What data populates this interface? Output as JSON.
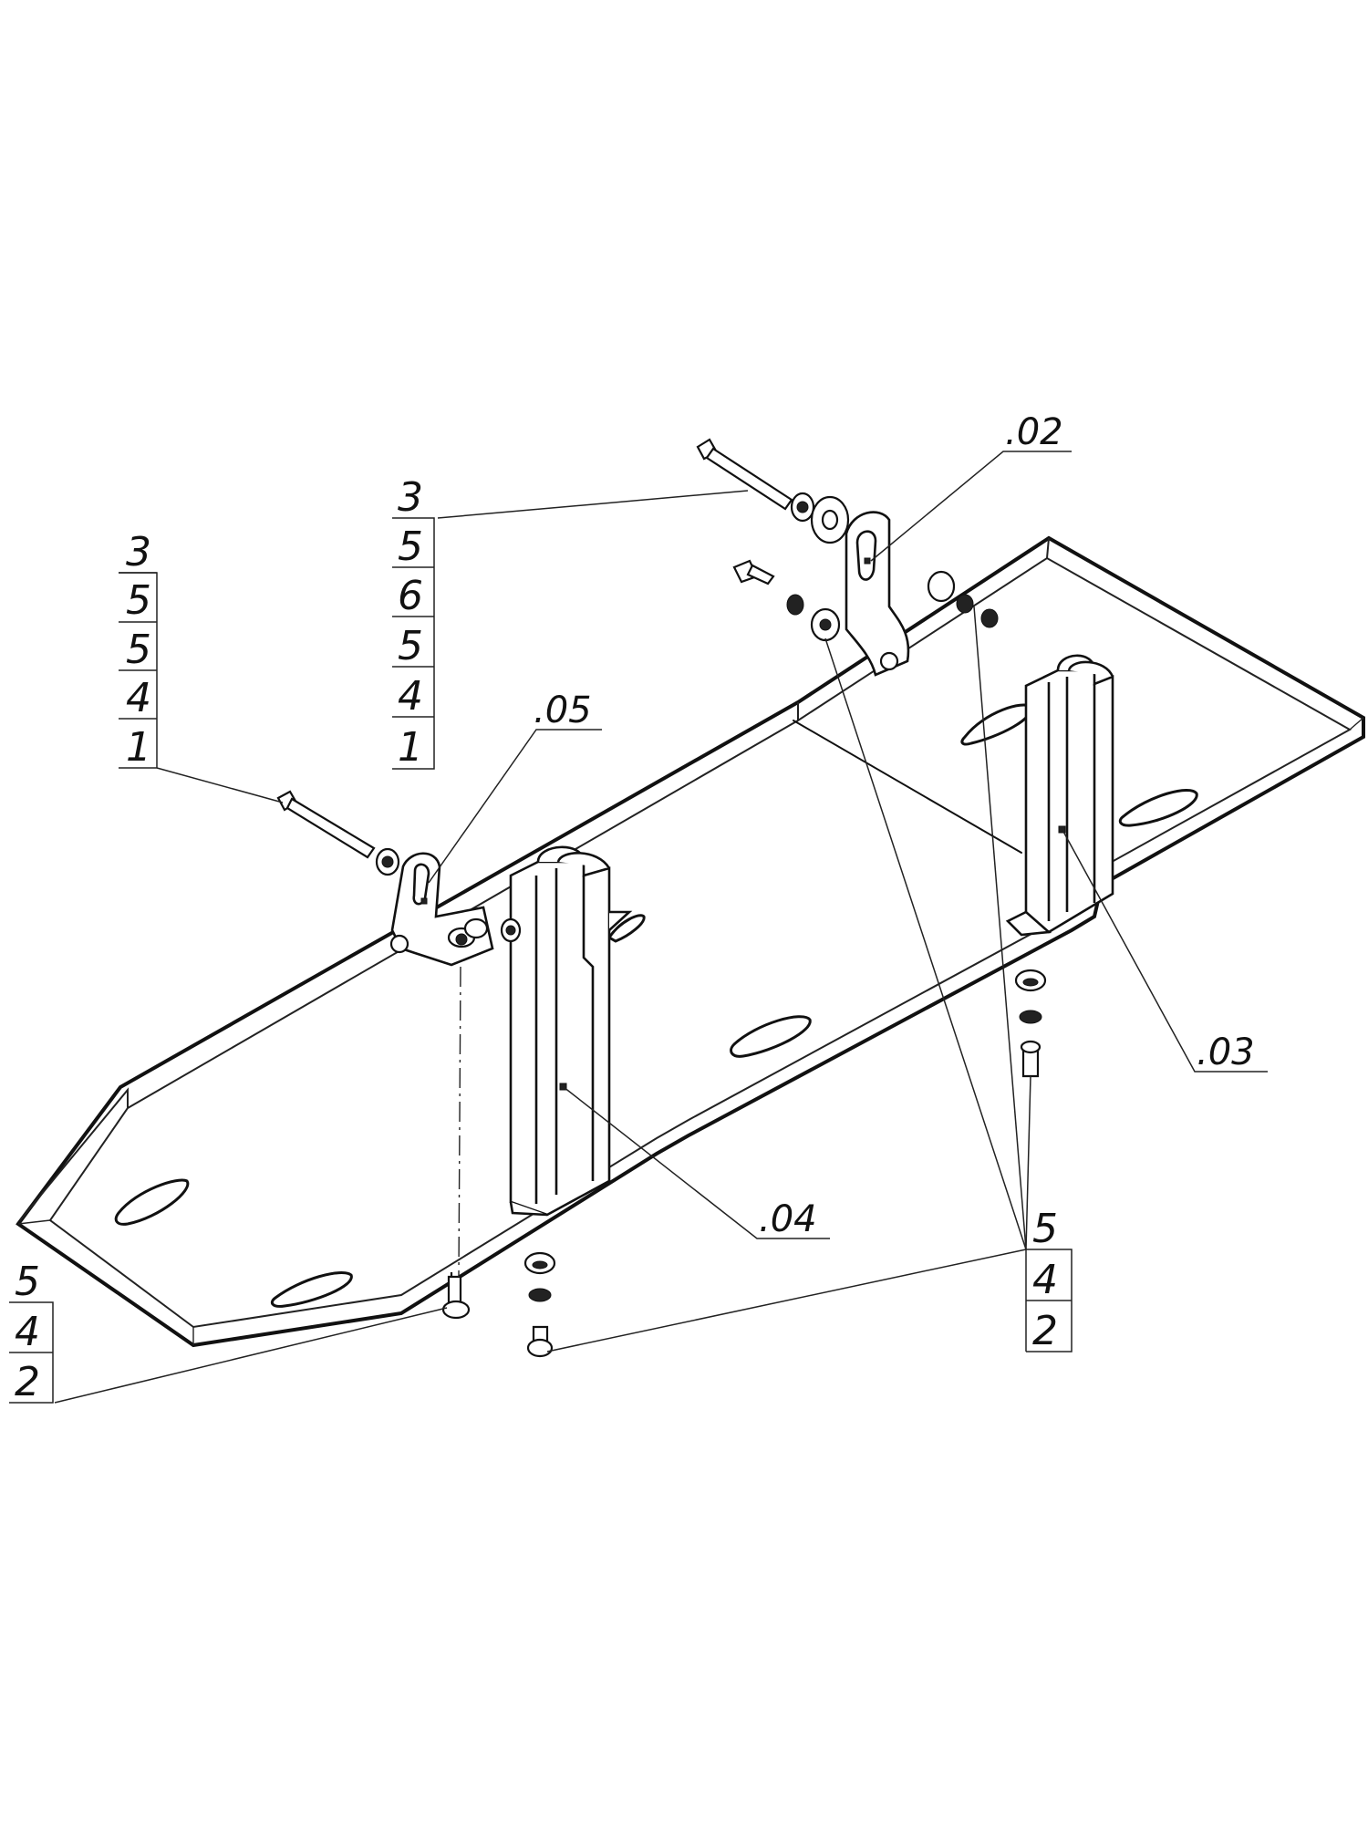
{
  "callouts": {
    "part_02": ".02",
    "part_03": ".03",
    "part_04": ".04",
    "part_05": ".05"
  },
  "stacks": {
    "top_left": [
      "3",
      "5",
      "5",
      "4",
      "1"
    ],
    "top_center": [
      "3",
      "5",
      "6",
      "5",
      "4",
      "1"
    ],
    "bottom_left": [
      "5",
      "4",
      "2"
    ],
    "bottom_right": [
      "5",
      "4",
      "2"
    ]
  }
}
